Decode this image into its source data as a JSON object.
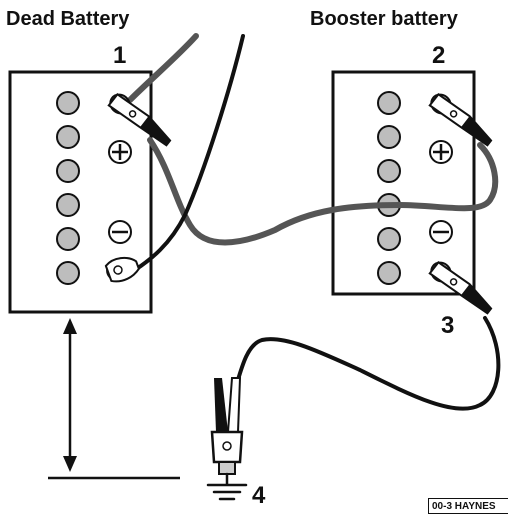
{
  "labels": {
    "dead_battery": "Dead Battery",
    "booster_battery": "Booster battery",
    "step1": "1",
    "step2": "2",
    "step3": "3",
    "step4": "4",
    "credit": "00-3 HAYNES"
  },
  "symbols": {
    "positive": "⊕",
    "negative": "⊖"
  },
  "icons": [
    "battery-icon",
    "battery-cell-icon",
    "positive-terminal-icon",
    "negative-terminal-icon",
    "clamp-icon",
    "ground-icon",
    "double-arrow-icon"
  ],
  "colors": {
    "cable_positive": "#555555",
    "cable_negative": "#111111",
    "cell_fill": "#bdbdbd",
    "outline": "#111111"
  }
}
